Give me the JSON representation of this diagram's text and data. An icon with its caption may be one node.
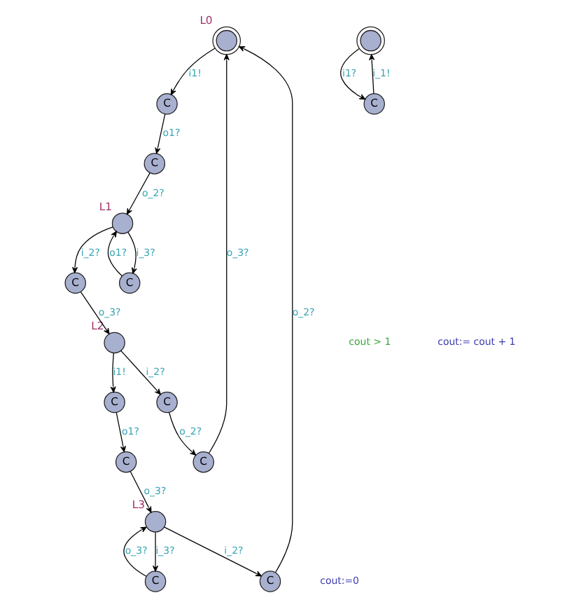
{
  "diagram": {
    "nodes": [
      {
        "text": [],
        "shape": "doublecircle",
        "beside": [
          "L0"
        ]
      },
      {
        "text": [
          "C"
        ]
      },
      {
        "text": [
          "C"
        ]
      },
      {
        "text": [],
        "shape": "circle",
        "beside": [
          "L1"
        ]
      },
      {
        "text": [
          "C"
        ]
      },
      {
        "text": [
          "C"
        ]
      },
      {
        "text": [
          "C"
        ]
      },
      {
        "text": [
          "C"
        ]
      },
      {
        "text": [
          "C"
        ]
      },
      {
        "text": [
          "C"
        ]
      },
      {
        "text": [],
        "shape": "circle",
        "beside": [
          "L3"
        ]
      },
      {
        "text": [
          "C"
        ]
      },
      {
        "text": [
          "C"
        ]
      },
      {
        "text": [],
        "shape": "circle",
        "beside": [
          "L2"
        ]
      },
      {
        "text": [],
        "shape": "doublecircle"
      },
      {
        "text": [
          "C"
        ]
      }
    ],
    "edges": [
      {
        "from": 0,
        "to": 1,
        "arrow": "to",
        "label": "i1!"
      },
      {
        "from": 1,
        "to": 2,
        "arrow": "to",
        "label": "o1?"
      },
      {
        "from": 2,
        "to": 3,
        "arrow": "to",
        "label": "o_2?"
      },
      {
        "from": 3,
        "to": 4,
        "arrow": "to",
        "label": "i_3?"
      },
      {
        "from": 4,
        "to": 3,
        "arrow": "to",
        "label": "o1?"
      },
      {
        "from": 3,
        "to": 5,
        "arrow": "to",
        "label": "i_2?"
      },
      {
        "from": 5,
        "to": 13,
        "arrow": "to",
        "label": "o_3?"
      },
      {
        "from": 13,
        "to": 6,
        "arrow": "to",
        "label": "i_2?"
      },
      {
        "from": 6,
        "to": 7,
        "arrow": "to",
        "label": "o_2?"
      },
      {
        "from": 7,
        "to": 0,
        "arrow": "to",
        "label": "o_3?"
      },
      {
        "from": 13,
        "to": 12,
        "arrow": "to",
        "label": "i1!"
      },
      {
        "from": 12,
        "to": 11,
        "arrow": "to",
        "label": "o1?"
      },
      {
        "from": 11,
        "to": 10,
        "arrow": "to",
        "label": "o_3?"
      },
      {
        "from": 10,
        "to": 8,
        "arrow": "to",
        "label": "i_2?"
      },
      {
        "from": 8,
        "to": 0,
        "arrow": "to",
        "label": "o_2?"
      },
      {
        "from": 10,
        "to": 9,
        "arrow": "to",
        "label": "i_3?"
      },
      {
        "from": 9,
        "to": 10,
        "arrow": "to",
        "label": "o_3?"
      },
      {
        "from": 14,
        "to": 15,
        "arrow": "to",
        "label": "i1?"
      },
      {
        "from": 15,
        "to": 14,
        "arrow": "to",
        "label": "i_1!"
      }
    ],
    "labels": [
      "cout:=0",
      "cout > 1",
      "cout:= cout + 1"
    ]
  }
}
